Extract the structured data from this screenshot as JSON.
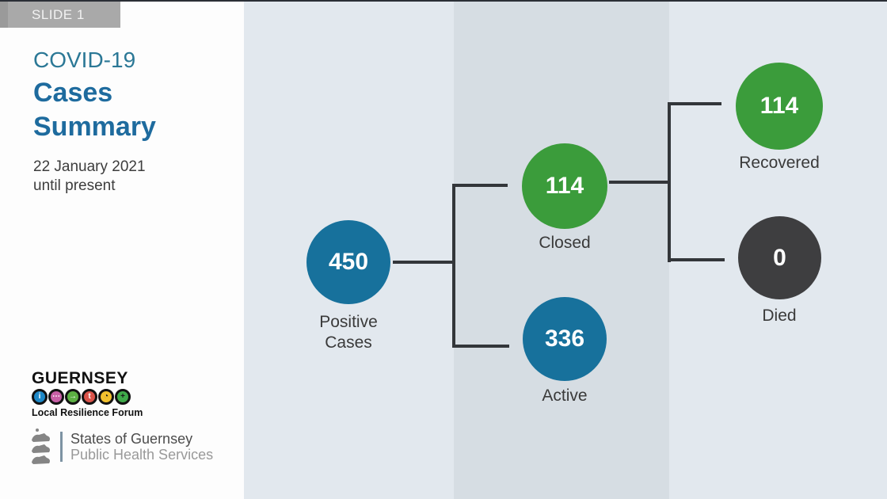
{
  "slide": {
    "badge_label": "SLIDE 1",
    "title_prefix": "COVID-19",
    "title_line1": "Cases",
    "title_line2": "Summary",
    "subtitle_line1": "22 January 2021",
    "subtitle_line2": "until present"
  },
  "footer": {
    "guernsey_wordmark": "GUERNSEY",
    "lrf_tagline": "Local Resilience Forum",
    "lrf_icons": [
      {
        "name": "info-icon",
        "glyph": "i",
        "bg": "#1e88c7"
      },
      {
        "name": "chat-icon",
        "glyph": "⋯",
        "bg": "#c85fa6"
      },
      {
        "name": "arrow-icon",
        "glyph": "→",
        "bg": "#5cb043"
      },
      {
        "name": "alert-icon",
        "glyph": "t",
        "bg": "#d9534a"
      },
      {
        "name": "clock-icon",
        "glyph": "◔",
        "bg": "#f2c12e"
      },
      {
        "name": "plus-icon",
        "glyph": "+",
        "bg": "#3faa4a"
      }
    ],
    "org_line1": "States of Guernsey",
    "org_line2": "Public Health Services"
  },
  "colors": {
    "accent_blue": "#17719c",
    "accent_green": "#3b9c3b",
    "accent_dark": "#3e3e40",
    "title_teal": "#1e6b9e",
    "band_light": "#e2e8ee",
    "band_mid": "#d6dde3",
    "connector": "#33363a"
  },
  "chart_data": {
    "type": "flow",
    "title": "COVID-19 Cases Summary",
    "period": "22 January 2021 until present",
    "nodes": [
      {
        "id": "positive",
        "label": "Positive Cases",
        "value": 450,
        "color": "#17719c"
      },
      {
        "id": "closed",
        "label": "Closed",
        "value": 114,
        "color": "#3b9c3b"
      },
      {
        "id": "active",
        "label": "Active",
        "value": 336,
        "color": "#17719c"
      },
      {
        "id": "recovered",
        "label": "Recovered",
        "value": 114,
        "color": "#3b9c3b"
      },
      {
        "id": "died",
        "label": "Died",
        "value": 0,
        "color": "#3e3e40"
      }
    ],
    "edges": [
      {
        "from": "positive",
        "to": "closed"
      },
      {
        "from": "positive",
        "to": "active"
      },
      {
        "from": "closed",
        "to": "recovered"
      },
      {
        "from": "closed",
        "to": "died"
      }
    ]
  }
}
